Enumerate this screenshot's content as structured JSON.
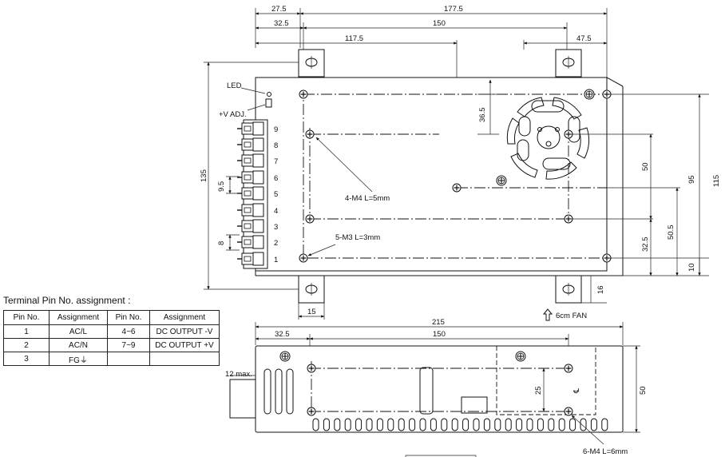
{
  "pin_table": {
    "title": "Terminal Pin No. assignment :",
    "headers": [
      "Pin No.",
      "Assignment",
      "Pin No.",
      "Assignment"
    ],
    "rows": [
      [
        "1",
        "AC/L",
        "4~6",
        "DC OUTPUT -V"
      ],
      [
        "2",
        "AC/N",
        "7~9",
        "DC OUTPUT +V"
      ],
      [
        "3",
        "FG⏚",
        "",
        ""
      ]
    ]
  },
  "top_view": {
    "dims": {
      "d27_5": "27.5",
      "d177_5": "177.5",
      "d32_5": "32.5",
      "d150": "150",
      "d117_5": "117.5",
      "d47_5": "47.5",
      "d36_5": "36.5",
      "d50": "50",
      "d95": "95",
      "d115": "115",
      "d50_5": "50.5",
      "d32_5_right": "32.5",
      "d10": "10",
      "d135": "135",
      "d9_5": "9.5",
      "d8": "8",
      "d15": "15",
      "d16": "16"
    },
    "labels": {
      "led": "LED",
      "vadj": "+V ADJ.",
      "m4": "4-M4 L=5mm",
      "m3": "5-M3 L=3mm",
      "fan": "6cm FAN"
    },
    "terminal_numbers": [
      "9",
      "8",
      "7",
      "6",
      "5",
      "4",
      "3",
      "2",
      "1"
    ]
  },
  "side_view": {
    "dims": {
      "d215": "215",
      "d32_5": "32.5",
      "d150": "150",
      "d12max": "12 max.",
      "d25": "25",
      "d50": "50"
    },
    "labels": {
      "m4_6": "6-M4 L=6mm"
    }
  }
}
